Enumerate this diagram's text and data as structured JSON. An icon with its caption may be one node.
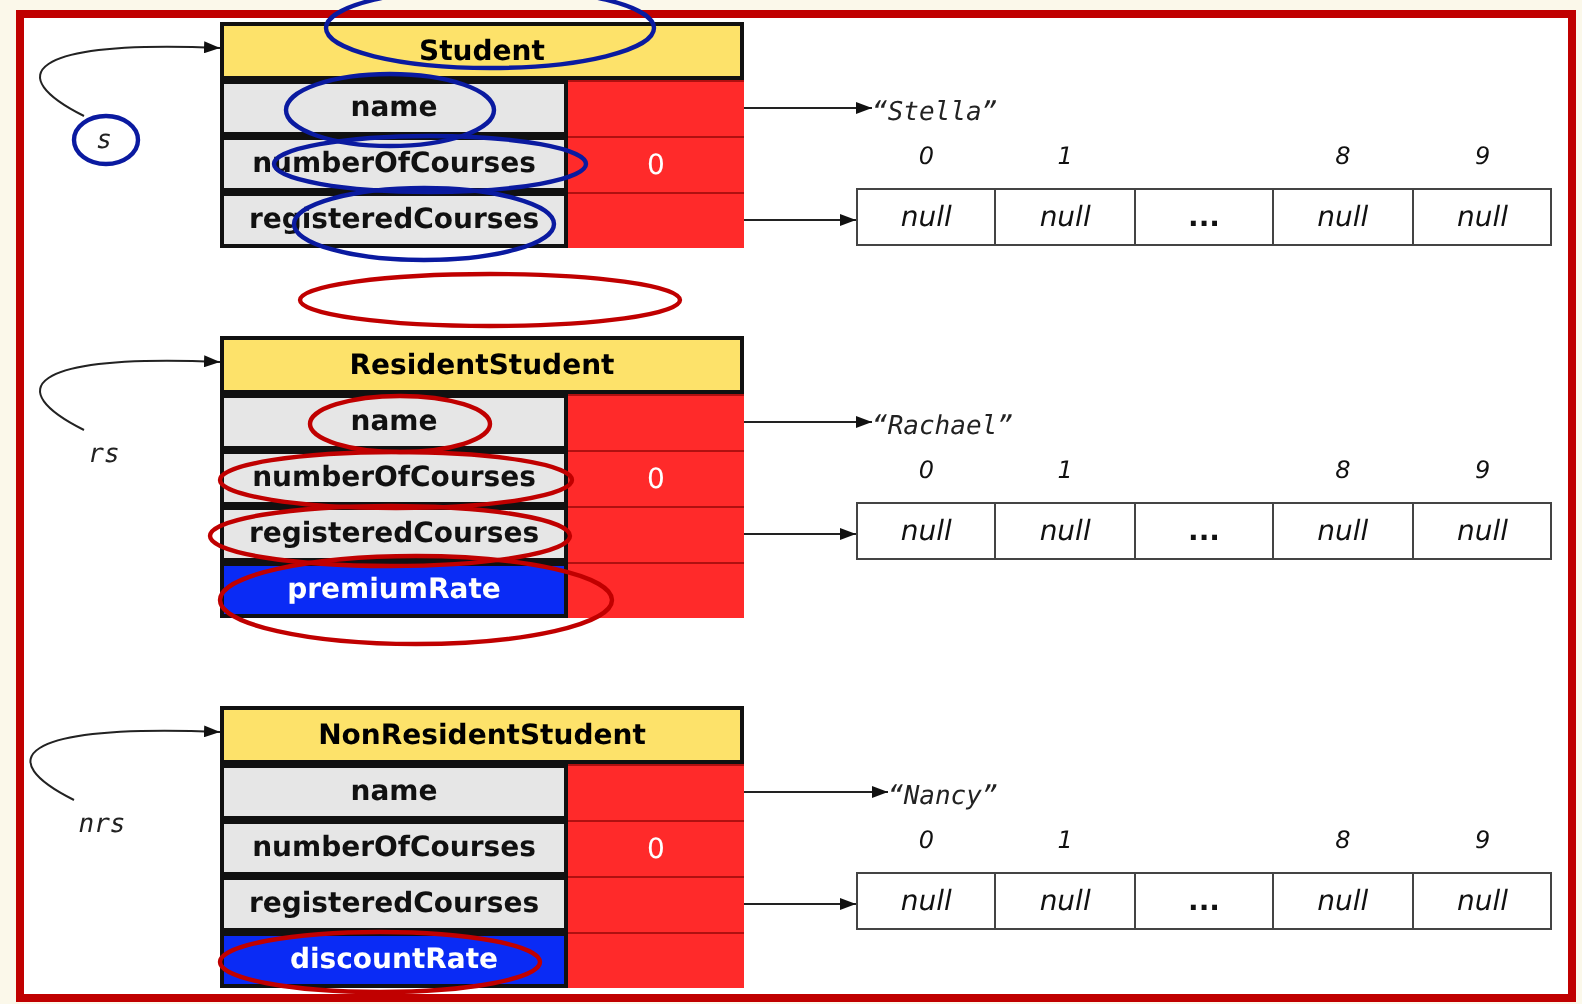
{
  "diagram": {
    "nodes": [
      {
        "text": [
          "s"
        ]
      },
      {
        "text": [
          "Student"
        ]
      },
      {
        "text": [
          "name"
        ],
        "in": 1
      },
      {
        "text": [],
        "shape": "box",
        "in": 1
      },
      {
        "text": [
          "numberOfCourses"
        ],
        "in": 1
      },
      {
        "text": [
          "0"
        ],
        "in": 1
      },
      {
        "text": [
          "registeredCourses"
        ],
        "in": 1
      },
      {
        "text": [],
        "shape": "box",
        "in": 1
      },
      {
        "text": [
          "“Stella”"
        ]
      },
      {
        "text": [],
        "shape": "box"
      },
      {
        "text": [
          "null"
        ],
        "in": 9,
        "beside": [
          "0"
        ]
      },
      {
        "text": [
          "null"
        ],
        "in": 9,
        "beside": [
          "1"
        ]
      },
      {
        "text": [
          "..."
        ],
        "in": 9
      },
      {
        "text": [
          "null"
        ],
        "in": 9,
        "beside": [
          "8"
        ]
      },
      {
        "text": [
          "null"
        ],
        "in": 9,
        "beside": [
          "9"
        ]
      },
      {
        "text": [
          "rs"
        ]
      },
      {
        "text": [
          "ResidentStudent"
        ]
      },
      {
        "text": [
          "name"
        ],
        "in": 16
      },
      {
        "text": [],
        "shape": "box",
        "in": 16
      },
      {
        "text": [
          "numberOfCourses"
        ],
        "in": 16
      },
      {
        "text": [
          "0"
        ],
        "in": 16
      },
      {
        "text": [
          "registeredCourses"
        ],
        "in": 16
      },
      {
        "text": [],
        "shape": "box",
        "in": 16
      },
      {
        "text": [
          "premiumRate"
        ],
        "in": 16
      },
      {
        "text": [],
        "shape": "box",
        "in": 16
      },
      {
        "text": [
          "“Rachael”"
        ]
      },
      {
        "text": [],
        "shape": "box"
      },
      {
        "text": [
          "null"
        ],
        "in": 26,
        "beside": [
          "0"
        ]
      },
      {
        "text": [
          "null"
        ],
        "in": 26,
        "beside": [
          "1"
        ]
      },
      {
        "text": [
          "..."
        ],
        "in": 26
      },
      {
        "text": [
          "null"
        ],
        "in": 26,
        "beside": [
          "8"
        ]
      },
      {
        "text": [
          "null"
        ],
        "in": 26,
        "beside": [
          "9"
        ]
      },
      {
        "text": [
          "nrs"
        ]
      },
      {
        "text": [
          "NonResidentStudent"
        ]
      },
      {
        "text": [
          "name"
        ],
        "in": 33
      },
      {
        "text": [],
        "shape": "box",
        "in": 33
      },
      {
        "text": [
          "numberOfCourses"
        ],
        "in": 33
      },
      {
        "text": [
          "0"
        ],
        "in": 33
      },
      {
        "text": [
          "registeredCourses"
        ],
        "in": 33
      },
      {
        "text": [],
        "shape": "box",
        "in": 33
      },
      {
        "text": [
          "discountRate"
        ],
        "in": 33
      },
      {
        "text": [],
        "shape": "box",
        "in": 33
      },
      {
        "text": [
          "“Nancy”"
        ]
      },
      {
        "text": [],
        "shape": "box"
      },
      {
        "text": [
          "null"
        ],
        "in": 43,
        "beside": [
          "0"
        ]
      },
      {
        "text": [
          "null"
        ],
        "in": 43,
        "beside": [
          "1"
        ]
      },
      {
        "text": [
          "..."
        ],
        "in": 43
      },
      {
        "text": [
          "null"
        ],
        "in": 43,
        "beside": [
          "8"
        ]
      },
      {
        "text": [
          "null"
        ],
        "in": 43,
        "beside": [
          "9"
        ]
      }
    ],
    "edges": [
      {
        "from": 0,
        "to": 1,
        "arrow": "to"
      },
      {
        "from": 3,
        "to": 8,
        "arrow": "to"
      },
      {
        "from": 7,
        "to": 9,
        "arrow": "to"
      },
      {
        "from": 15,
        "to": 16,
        "arrow": "to"
      },
      {
        "from": 18,
        "to": 25,
        "arrow": "to"
      },
      {
        "from": 22,
        "to": 26,
        "arrow": "to"
      },
      {
        "from": 32,
        "to": 33,
        "arrow": "to"
      },
      {
        "from": 35,
        "to": 42,
        "arrow": "to"
      },
      {
        "from": 39,
        "to": 43,
        "arrow": "to"
      }
    ]
  }
}
